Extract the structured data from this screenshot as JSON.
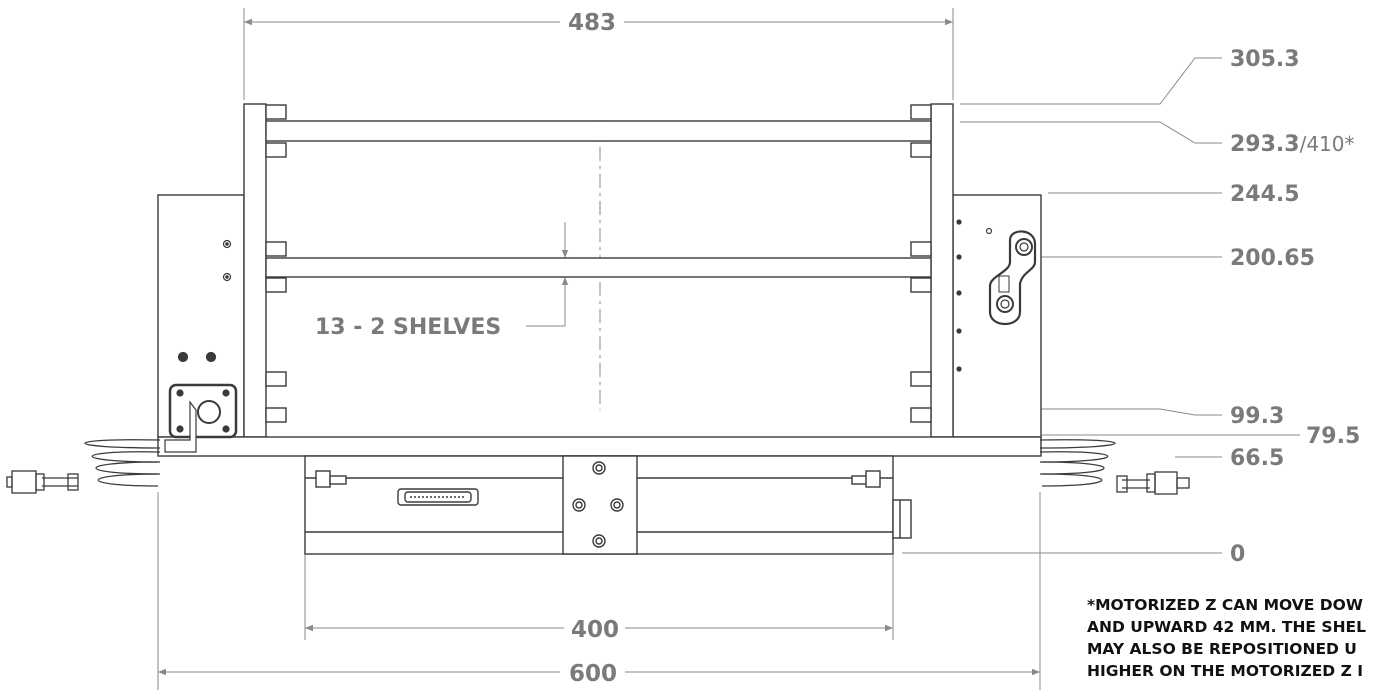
{
  "dimensions": {
    "width_top": "483",
    "width_mid": "400",
    "width_bottom": "600",
    "h_305": "305.3",
    "h_293": "293.3",
    "h_293_suffix": "/410*",
    "h_244": "244.5",
    "h_200": "200.65",
    "h_99": "99.3",
    "h_79": "79.5",
    "h_66": "66.5",
    "h_0": "0",
    "shelves": "13 -  2 SHELVES"
  },
  "note": {
    "line1": "*MOTORIZED Z CAN MOVE DOW",
    "line2": "AND UPWARD 42 MM. THE SHEL",
    "line3": "MAY ALSO BE REPOSITIONED U",
    "line4": "HIGHER ON THE MOTORIZED Z I"
  },
  "colors": {
    "line": "#3a3a3a",
    "dim_line": "#8a8a8a",
    "dim_text": "#7a7a7a",
    "note_text": "#111111"
  }
}
